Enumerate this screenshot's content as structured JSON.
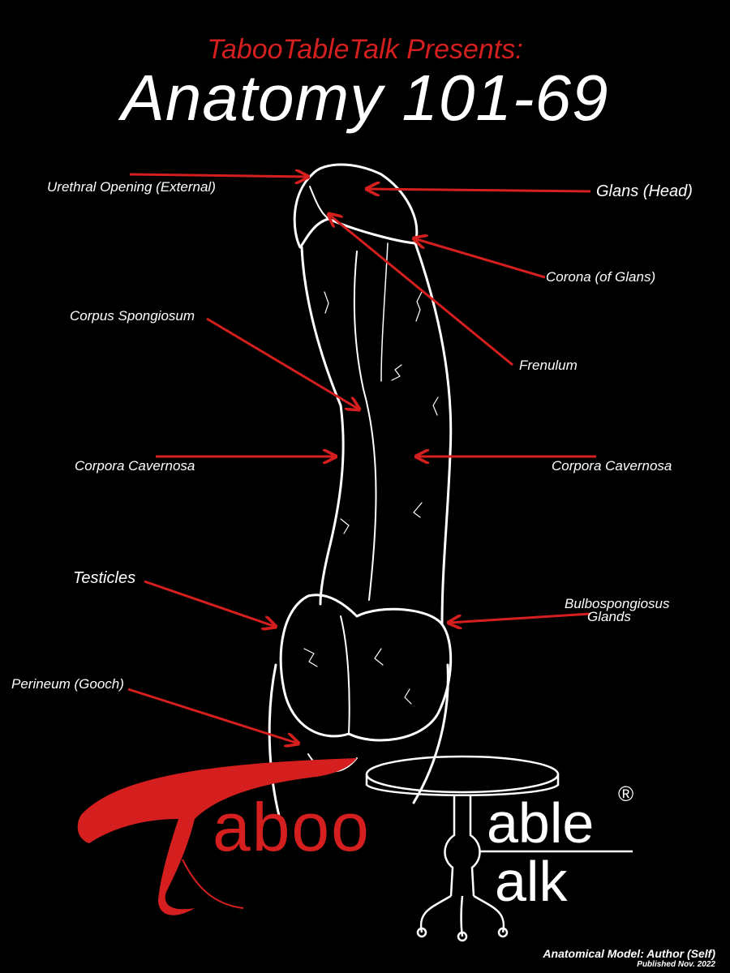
{
  "header": {
    "presenter": "TabooTableTalk Presents:",
    "title": "Anatomy 101-69"
  },
  "labels": {
    "urethral_opening": "Urethral Opening (External)",
    "glans": "Glans (Head)",
    "corona": "Corona (of Glans)",
    "corpus_spongiosum": "Corpus Spongiosum",
    "frenulum": "Frenulum",
    "corpora_cavernosa_left": "Corpora Cavernosa",
    "corpora_cavernosa_right": "Corpora Cavernosa",
    "testicles": "Testicles",
    "bulbospongiosus_line1": "Bulbospongiosus",
    "bulbospongiosus_line2": "Glands",
    "perineum": "Perineum (Gooch)"
  },
  "logo": {
    "word_taboo": "aboo",
    "word_table": "able",
    "word_talk": "alk",
    "registered": "®"
  },
  "credits": {
    "model": "Anatomical Model: Author (Self)",
    "published": "Published Nov. 2022"
  },
  "colors": {
    "background": "#000000",
    "accent_red": "#d51f1f",
    "line_white": "#ffffff"
  }
}
